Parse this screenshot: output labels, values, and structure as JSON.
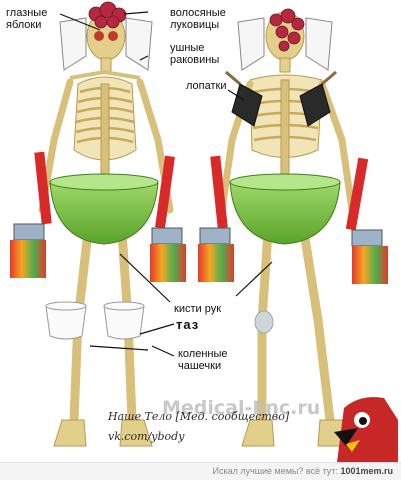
{
  "labels": {
    "eyes": [
      "глазные",
      "яблоки"
    ],
    "hair": [
      "волосяные",
      "луковицы"
    ],
    "ears": [
      "ушные",
      "раковины"
    ],
    "shoulder_blades": "лопатки",
    "hands": "кисти рук",
    "pelvis": "таз",
    "knees": [
      "коленные",
      "чашечки"
    ]
  },
  "credit": {
    "line1": "Наше Тело [Мед. сообщество]",
    "line2": "vk.com/ybody"
  },
  "watermark": "Medical-Enc.ru",
  "footer": {
    "text": "Искал лучшие мемы? всё тут:",
    "site": "1001mem.ru"
  },
  "colors": {
    "bone": "#e3cf8c",
    "rib": "#d8c07a",
    "basin": "#7bc043",
    "brush_handle": "#d92a2a",
    "hair_cluster": "#b5283f",
    "shovel": "#2a2a2a"
  }
}
